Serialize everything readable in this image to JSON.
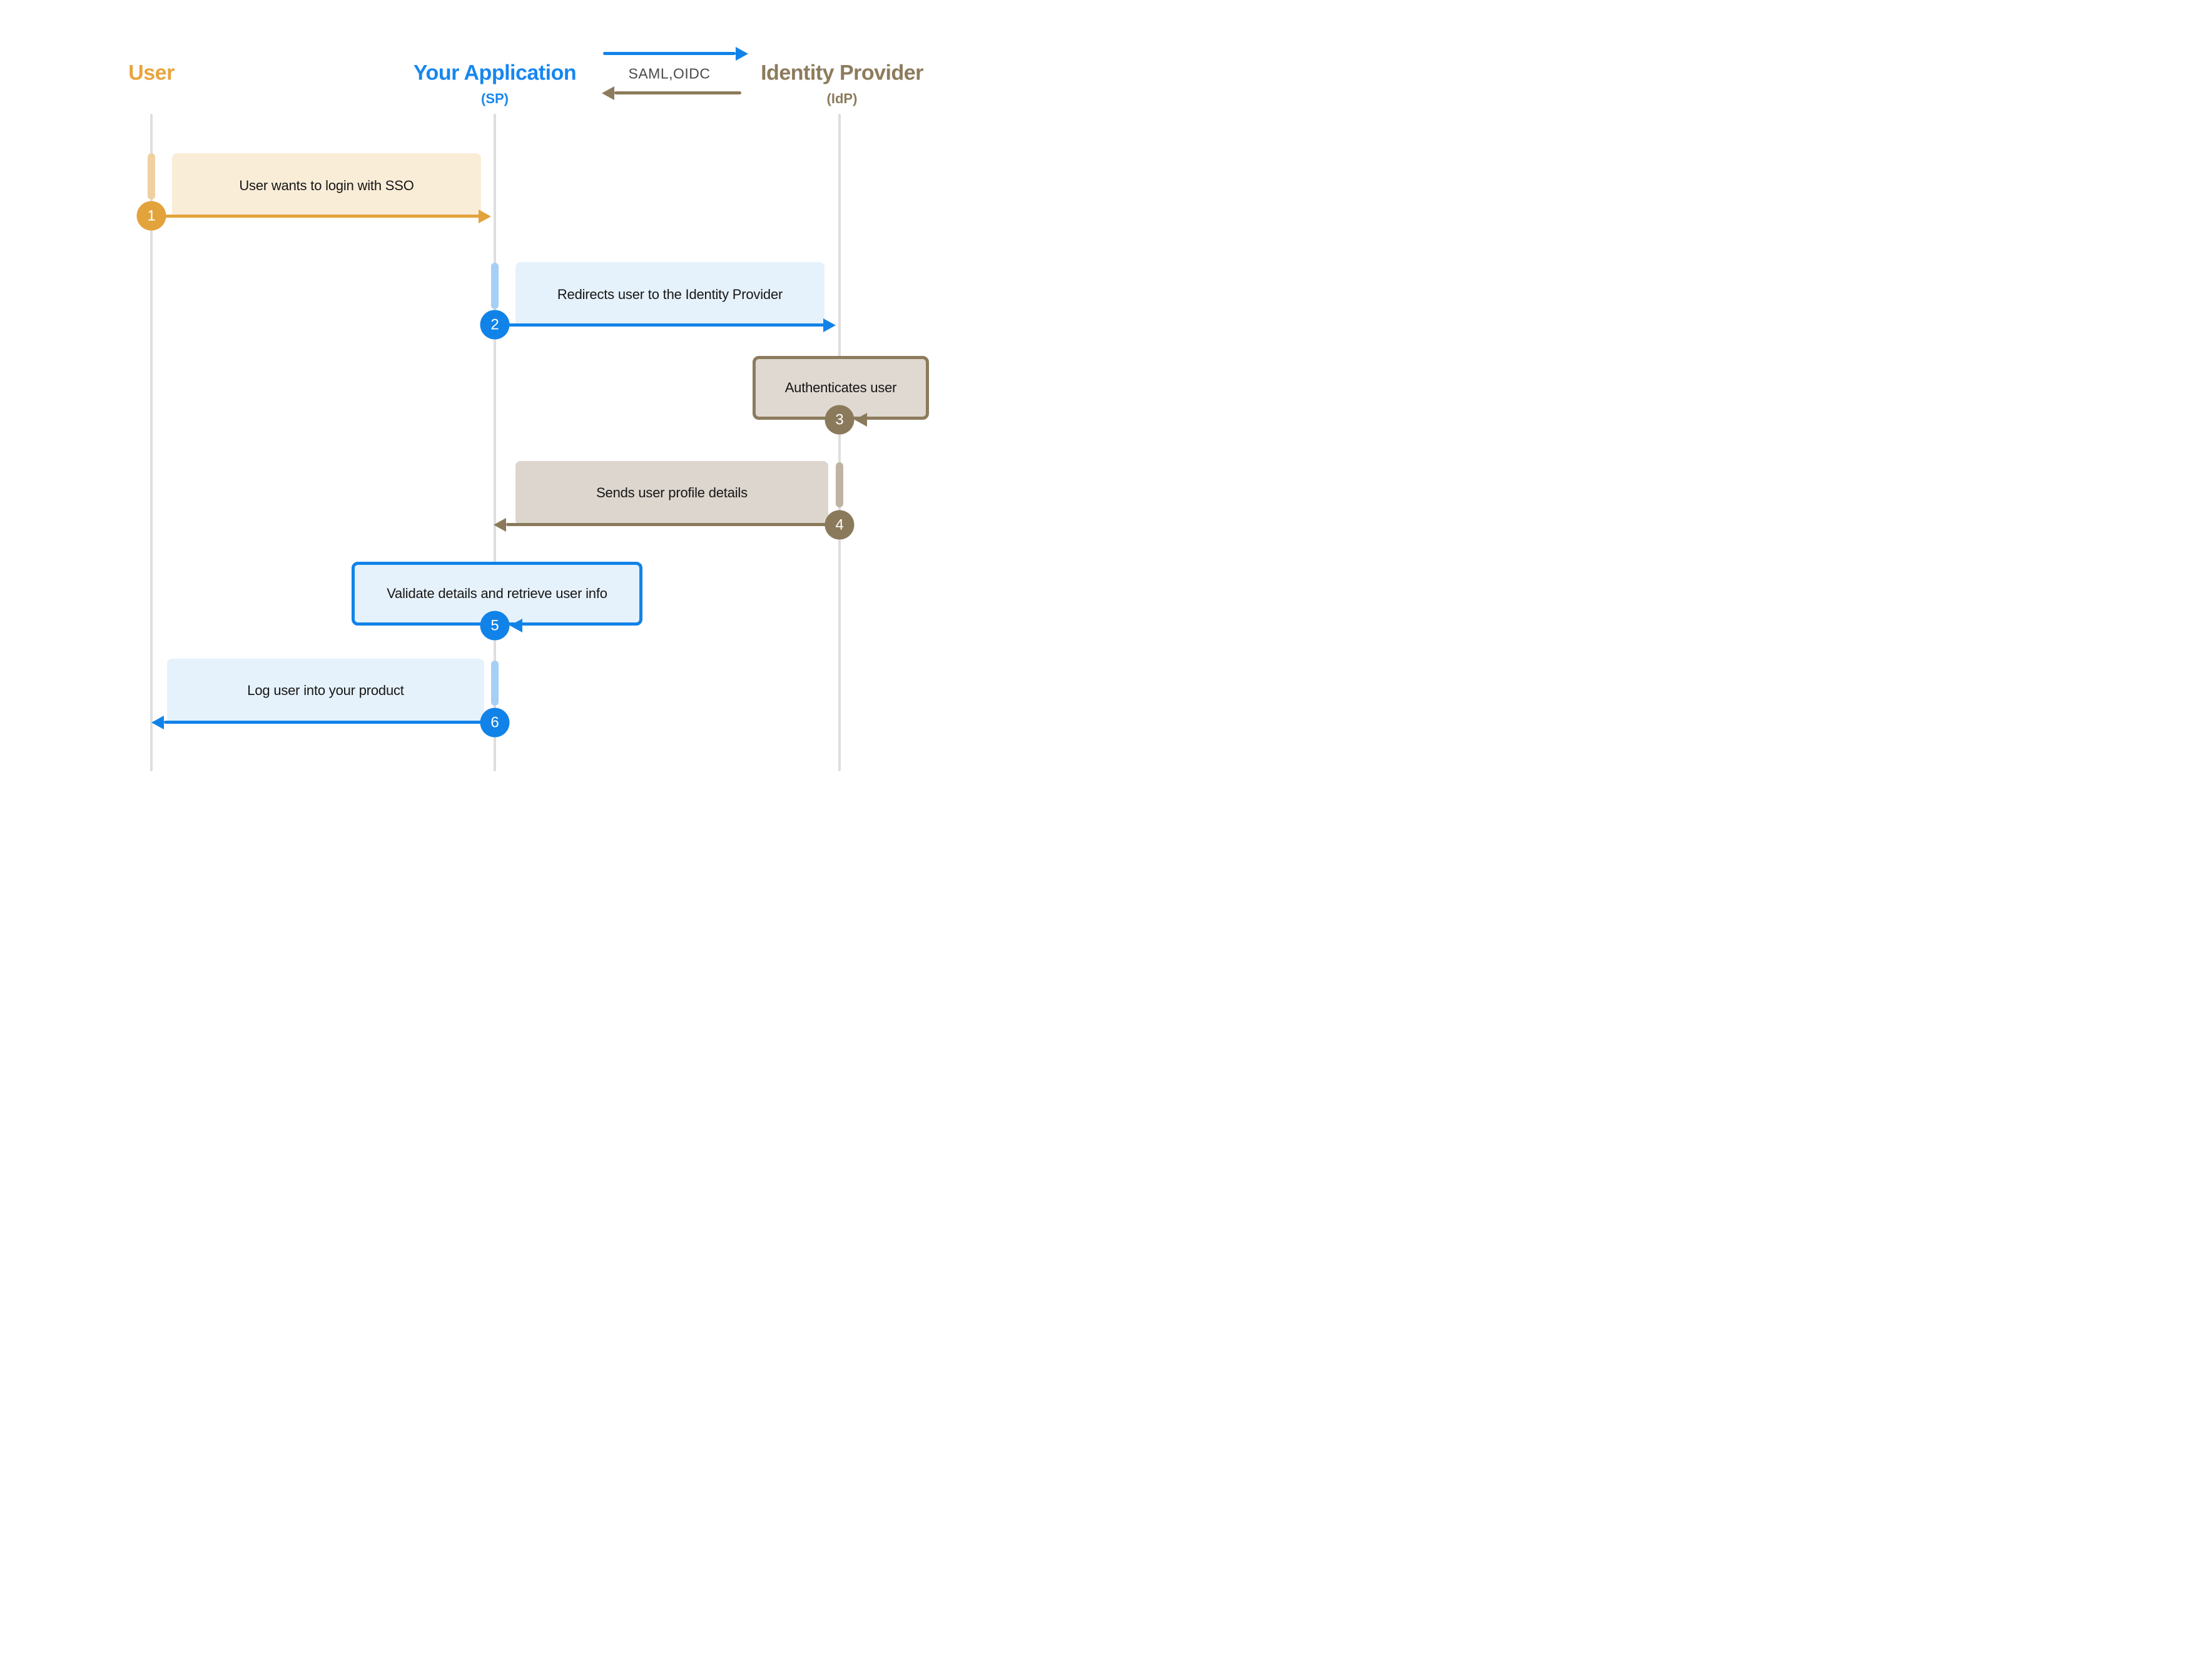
{
  "diagram": {
    "protocol_label": "SAML,OIDC",
    "actors": [
      {
        "id": "user",
        "name": "User",
        "subtitle": "",
        "color": "#E8A43D"
      },
      {
        "id": "app",
        "name": "Your Application",
        "subtitle": "(SP)",
        "color": "#1787EE"
      },
      {
        "id": "idp",
        "name": "Identity Provider",
        "subtitle": "(IdP)",
        "color": "#8C7B5C"
      }
    ],
    "steps": [
      {
        "num": "1",
        "label": "User wants to login with SSO",
        "from": "user",
        "to": "app",
        "color": "#E2A33C"
      },
      {
        "num": "2",
        "label": "Redirects user to the Identity Provider",
        "from": "app",
        "to": "idp",
        "color": "#1183E8"
      },
      {
        "num": "3",
        "label": "Authenticates user",
        "from": "idp",
        "to": "idp",
        "color": "#8A7A5B"
      },
      {
        "num": "4",
        "label": "Sends user profile details",
        "from": "idp",
        "to": "app",
        "color": "#8A7A5B"
      },
      {
        "num": "5",
        "label": "Validate details and retrieve user info",
        "from": "app",
        "to": "app",
        "color": "#1183E8"
      },
      {
        "num": "6",
        "label": "Log user into your product",
        "from": "app",
        "to": "user",
        "color": "#1183E8"
      }
    ],
    "colors": {
      "gold": "#E2A33C",
      "gold_fill": "#FAEDD8",
      "gold_activation": "#EFD0A0",
      "blue": "#1183E8",
      "blue_fill": "#E6F2FB",
      "blue_activation": "#A5CFF5",
      "taupe": "#8A7A5B",
      "taupe_fill": "#DDD6CE",
      "taupe_activation": "#BFB3A3",
      "lifeline": "#DEDEDE",
      "protocol_text": "#4A4A4A"
    }
  }
}
